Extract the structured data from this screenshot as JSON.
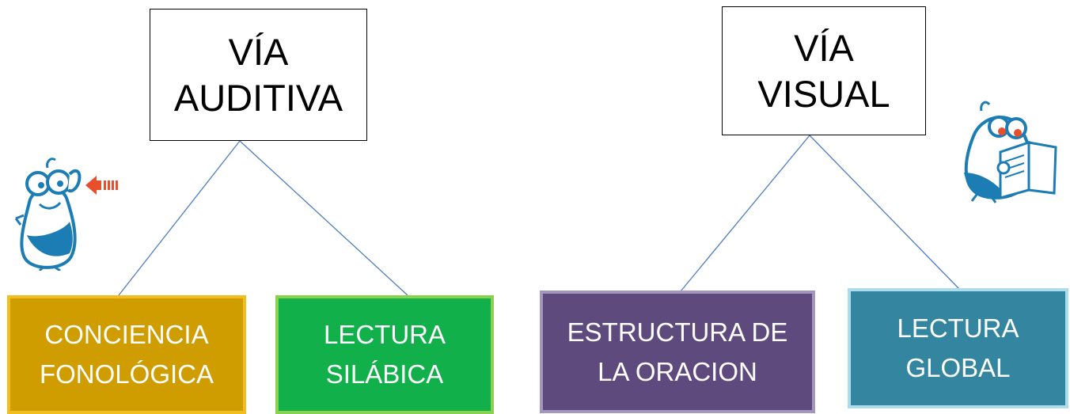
{
  "colors": {
    "conciencia_fill": "#D09D00",
    "conciencia_border": "#F0BE1E",
    "silabica_fill": "#12B04A",
    "silabica_border": "#8AD14E",
    "oracion_fill": "#5F4A7E",
    "oracion_border": "#A596C0",
    "global_fill": "#3486A0",
    "global_border": "#ADDCEB",
    "connector": "#4E7DC2",
    "mascot_blue": "#1C7DB5",
    "mascot_orange": "#E8502D"
  },
  "via_auditiva": {
    "title": "VÍA\nAUDITIVA",
    "children": [
      {
        "label": "CONCIENCIA\nFONOLÓGICA"
      },
      {
        "label": "LECTURA\nSILÁBICA"
      }
    ]
  },
  "via_visual": {
    "title": "VÍA\nVISUAL",
    "children": [
      {
        "label": "ESTRUCTURA DE\nLA ORACION"
      },
      {
        "label": "LECTURA\nGLOBAL"
      }
    ]
  },
  "icons": [
    "listening-mascot-icon",
    "reading-mascot-icon"
  ]
}
